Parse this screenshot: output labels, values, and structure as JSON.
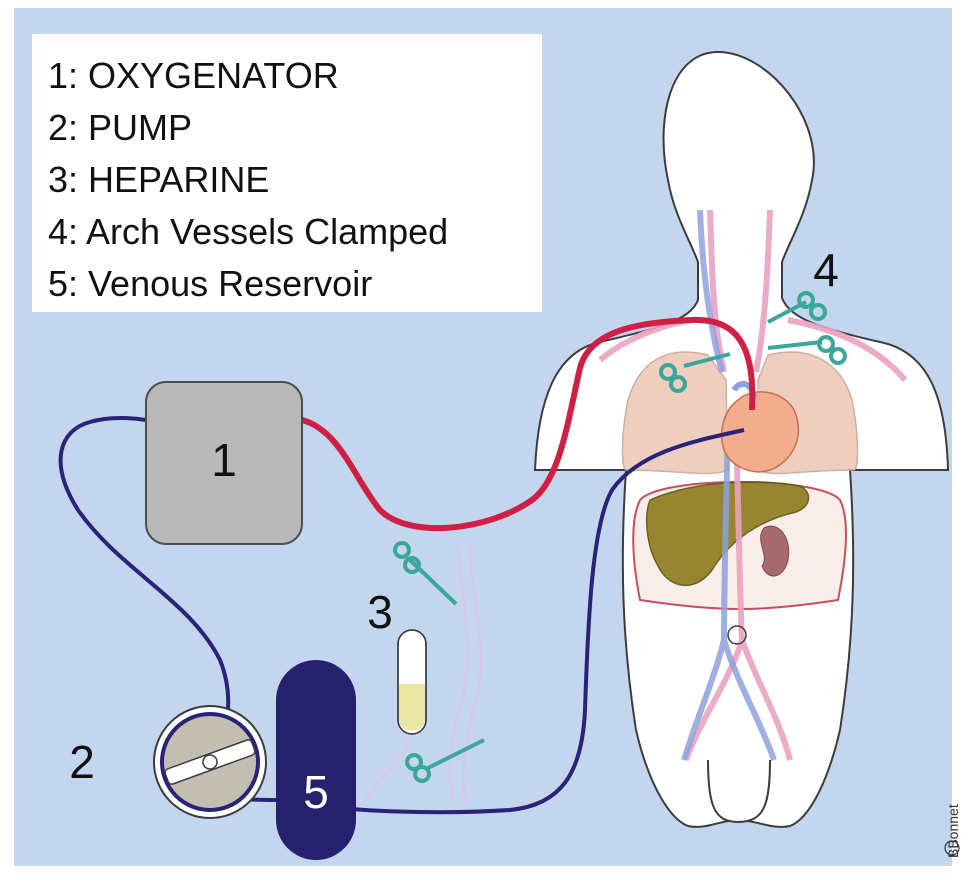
{
  "legend": {
    "items": [
      "1: OXYGENATOR",
      "2: PUMP",
      "3: HEPARINE",
      "4: Arch Vessels Clamped",
      "5: Venous Reservoir"
    ]
  },
  "labels": {
    "oxygenator": "1",
    "pump": "2",
    "heparine": "3",
    "arch_vessels": "4",
    "venous_reservoir": "5"
  },
  "credit": "BBonnet",
  "colors": {
    "background": "#c3d6ee",
    "arterial_line": "#d01f45",
    "venous_line": "#2a2378",
    "reservoir": "#27206e",
    "oxygenator": "#b9b9b9",
    "clamp": "#3aa79a",
    "body_fill": "#ffffff",
    "body_outline": "#3c3c3c",
    "lungs": "#ecc9b9",
    "liver": "#8d7a1c",
    "kidney": "#a76a6e",
    "heparine_fluid": "#eae6a6"
  }
}
